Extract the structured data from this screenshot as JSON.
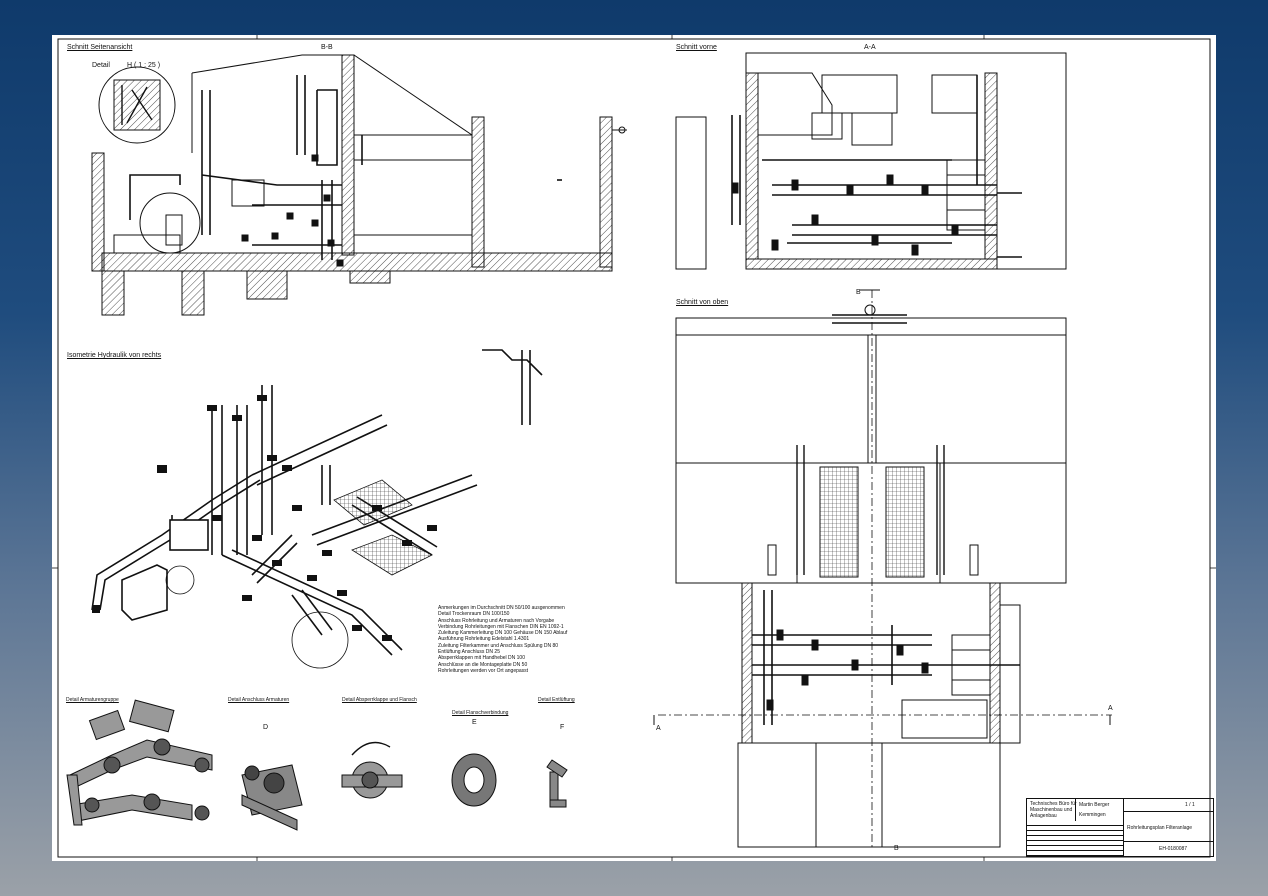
{
  "views": {
    "side_section": {
      "title": "Schnitt Seitenansicht",
      "section_mark": "B-B",
      "detail_label": "Detail",
      "detail_ref": "H ( 1 : 25 )"
    },
    "front_section": {
      "title": "Schnitt vorne",
      "section_mark": "A-A"
    },
    "top_section": {
      "title": "Schnitt von oben",
      "cut_marks": [
        "B",
        "A",
        "A",
        "B"
      ]
    },
    "isometric": {
      "title": "Isometrie Hydraulik von rechts"
    },
    "detail_D": {
      "title": "Detail Anschluss Armaturen",
      "letter": "D"
    },
    "detail_E": {
      "title": "Detail Flanschverbindung",
      "letter": "E"
    },
    "detail_F": {
      "title": "Detail Entlüftung",
      "letter": "F"
    },
    "detail_valves": {
      "title": "Detail Armaturengruppe"
    },
    "detail_butterfly": {
      "title": "Detail Absperrklappe und Flansch"
    }
  },
  "notes": [
    "Anmerkungen im Durchschnitt DN 50/100 ausgenommen",
    "Detail Trockenraum DN 100/150",
    "Anschluss Rohrleitung und Armaturen nach Vorgabe",
    "Verbindung Rohrleitungen mit Flanschen DIN EN 1092-1",
    "Zuleitung Kammerleitung DN 100 Gehäuse DN 150 Ablauf",
    "Ausführung Rohrleitung Edelstahl 1.4301",
    "Zuleitung Filterkammer und Anschluss Spülung DN 80",
    "Entlüftung Anschluss DN 25",
    "Absperrklappen mit Handhebel DN 100",
    "Anschlüsse an die Montageplatte DN 50",
    "Rohrleitungen werden vor Ort angepasst"
  ],
  "title_block": {
    "company_lines": [
      "Technisches Büro für",
      "Maschinenbau und",
      "Anlagenbau"
    ],
    "drawn_by": "Martin Berger",
    "location": "Kemmingen",
    "drawing_title": "Rohrleitungsplan Filteranlage",
    "drawing_number": "EH-0180087",
    "sheet": "1 / 1"
  }
}
